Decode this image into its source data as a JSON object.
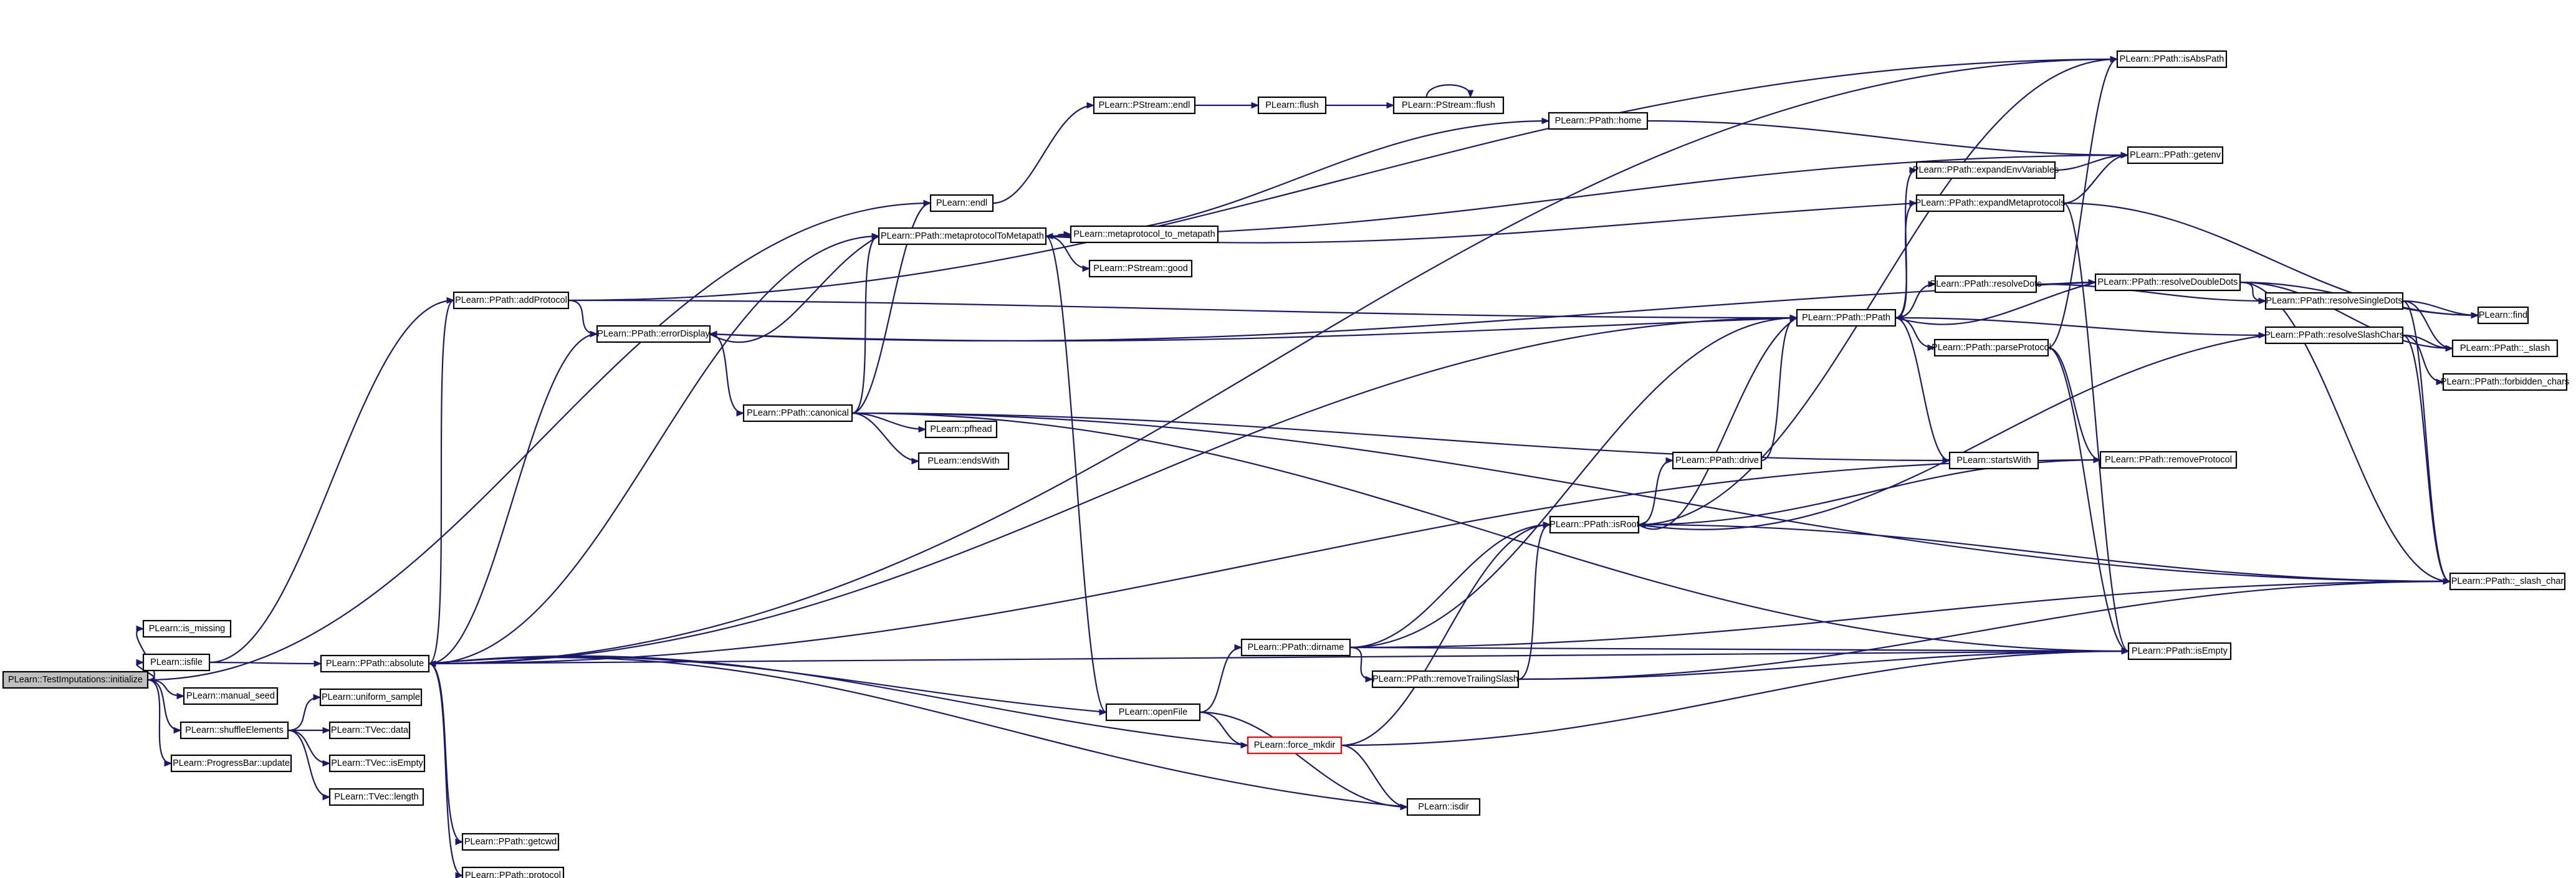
{
  "graph": {
    "colors": {
      "edge": "#191970",
      "node_border": "#000000",
      "root_fill": "#bfbfbf",
      "highlight_border": "#ff0000"
    },
    "nodes": [
      {
        "id": "root",
        "label": "PLearn::TestImputations::initialize",
        "style": "root"
      },
      {
        "id": "ismissing",
        "label": "PLearn::is_missing"
      },
      {
        "id": "isfile",
        "label": "PLearn::isfile"
      },
      {
        "id": "manualseed",
        "label": "PLearn::manual_seed"
      },
      {
        "id": "shuffle",
        "label": "PLearn::shuffleElements"
      },
      {
        "id": "progress",
        "label": "PLearn::ProgressBar::update"
      },
      {
        "id": "absolute",
        "label": "PLearn::PPath::absolute"
      },
      {
        "id": "uniform",
        "label": "PLearn::uniform_sample"
      },
      {
        "id": "tvecdata",
        "label": "PLearn::TVec::data"
      },
      {
        "id": "tvecempty",
        "label": "PLearn::TVec::isEmpty"
      },
      {
        "id": "tveclen",
        "label": "PLearn::TVec::length"
      },
      {
        "id": "addproto",
        "label": "PLearn::PPath::addProtocol"
      },
      {
        "id": "getcwd",
        "label": "PLearn::PPath::getcwd"
      },
      {
        "id": "protocol",
        "label": "PLearn::PPath::protocol"
      },
      {
        "id": "errdisp",
        "label": "PLearn::PPath::errorDisplay"
      },
      {
        "id": "canonical",
        "label": "PLearn::PPath::canonical"
      },
      {
        "id": "endl",
        "label": "PLearn::endl"
      },
      {
        "id": "meta2path",
        "label": "PLearn::PPath::metaprotocolToMetapath"
      },
      {
        "id": "pstrendl",
        "label": "PLearn::PStream::endl"
      },
      {
        "id": "flush",
        "label": "PLearn::flush"
      },
      {
        "id": "pstrflush",
        "label": "PLearn::PStream::flush"
      },
      {
        "id": "home",
        "label": "PLearn::PPath::home"
      },
      {
        "id": "mptomp",
        "label": "PLearn::metaprotocol_to_metapath"
      },
      {
        "id": "good",
        "label": "PLearn::PStream::good"
      },
      {
        "id": "pfhead",
        "label": "PLearn::pfhead"
      },
      {
        "id": "endswith",
        "label": "PLearn::endsWith"
      },
      {
        "id": "openfile",
        "label": "PLearn::openFile"
      },
      {
        "id": "dirname",
        "label": "PLearn::PPath::dirname"
      },
      {
        "id": "forcemkdir",
        "label": "PLearn::force_mkdir",
        "style": "red"
      },
      {
        "id": "isdir",
        "label": "PLearn::isdir"
      },
      {
        "id": "rmtrail",
        "label": "PLearn::PPath::removeTrailingSlash"
      },
      {
        "id": "isroot",
        "label": "PLearn::PPath::isRoot"
      },
      {
        "id": "drive",
        "label": "PLearn::PPath::drive"
      },
      {
        "id": "ppath",
        "label": "PLearn::PPath::PPath"
      },
      {
        "id": "isabs",
        "label": "PLearn::PPath::isAbsPath"
      },
      {
        "id": "getenv",
        "label": "PLearn::PPath::getenv"
      },
      {
        "id": "expenv",
        "label": "PLearn::PPath::expandEnvVariables"
      },
      {
        "id": "expmeta",
        "label": "PLearn::PPath::expandMetaprotocols"
      },
      {
        "id": "resdots",
        "label": "PLearn::PPath::resolveDots"
      },
      {
        "id": "parseproto",
        "label": "PLearn::PPath::parseProtocol"
      },
      {
        "id": "startswith",
        "label": "PLearn::startsWith"
      },
      {
        "id": "rmproto",
        "label": "PLearn::PPath::removeProtocol"
      },
      {
        "id": "resdouble",
        "label": "PLearn::PPath::resolveDoubleDots"
      },
      {
        "id": "ressingle",
        "label": "PLearn::PPath::resolveSingleDots"
      },
      {
        "id": "resslash",
        "label": "PLearn::PPath::resolveSlashChars"
      },
      {
        "id": "find",
        "label": "PLearn::find"
      },
      {
        "id": "slash",
        "label": "PLearn::PPath::_slash"
      },
      {
        "id": "forbidden",
        "label": "PLearn::PPath::forbidden_chars"
      },
      {
        "id": "slashchar",
        "label": "PLearn::PPath::_slash_char"
      },
      {
        "id": "isempty",
        "label": "PLearn::PPath::isEmpty"
      }
    ],
    "edges": [
      [
        "root",
        "ismissing"
      ],
      [
        "root",
        "isfile"
      ],
      [
        "root",
        "manualseed"
      ],
      [
        "root",
        "shuffle"
      ],
      [
        "root",
        "progress"
      ],
      [
        "root",
        "endl"
      ],
      [
        "isfile",
        "absolute"
      ],
      [
        "isfile",
        "addproto"
      ],
      [
        "shuffle",
        "uniform"
      ],
      [
        "shuffle",
        "tvecdata"
      ],
      [
        "shuffle",
        "tvecempty"
      ],
      [
        "shuffle",
        "tveclen"
      ],
      [
        "absolute",
        "addproto"
      ],
      [
        "absolute",
        "getcwd"
      ],
      [
        "absolute",
        "protocol"
      ],
      [
        "absolute",
        "errdisp"
      ],
      [
        "absolute",
        "ppath"
      ],
      [
        "absolute",
        "meta2path"
      ],
      [
        "absolute",
        "rmproto"
      ],
      [
        "absolute",
        "isempty"
      ],
      [
        "absolute",
        "isabs"
      ],
      [
        "addproto",
        "errdisp"
      ],
      [
        "addproto",
        "ppath"
      ],
      [
        "addproto",
        "isabs"
      ],
      [
        "errdisp",
        "canonical"
      ],
      [
        "canonical",
        "endl"
      ],
      [
        "canonical",
        "meta2path"
      ],
      [
        "canonical",
        "pfhead"
      ],
      [
        "canonical",
        "endswith"
      ],
      [
        "canonical",
        "startswith"
      ],
      [
        "canonical",
        "isempty"
      ],
      [
        "canonical",
        "slashchar"
      ],
      [
        "endl",
        "pstrendl"
      ],
      [
        "pstrendl",
        "flush"
      ],
      [
        "flush",
        "pstrflush"
      ],
      [
        "pstrflush",
        "pstrflush"
      ],
      [
        "meta2path",
        "errdisp"
      ],
      [
        "meta2path",
        "home"
      ],
      [
        "meta2path",
        "getenv"
      ],
      [
        "meta2path",
        "mptomp"
      ],
      [
        "meta2path",
        "good"
      ],
      [
        "meta2path",
        "openfile"
      ],
      [
        "home",
        "getenv"
      ],
      [
        "openfile",
        "absolute"
      ],
      [
        "openfile",
        "dirname"
      ],
      [
        "openfile",
        "forcemkdir"
      ],
      [
        "openfile",
        "isdir"
      ],
      [
        "dirname",
        "rmtrail"
      ],
      [
        "dirname",
        "isroot"
      ],
      [
        "dirname",
        "ppath"
      ],
      [
        "dirname",
        "isempty"
      ],
      [
        "dirname",
        "slashchar"
      ],
      [
        "rmtrail",
        "isroot"
      ],
      [
        "rmtrail",
        "isempty"
      ],
      [
        "rmtrail",
        "slashchar"
      ],
      [
        "forcemkdir",
        "absolute"
      ],
      [
        "forcemkdir",
        "isdir"
      ],
      [
        "forcemkdir",
        "isroot"
      ],
      [
        "forcemkdir",
        "isempty"
      ],
      [
        "isdir",
        "absolute"
      ],
      [
        "isroot",
        "drive"
      ],
      [
        "isroot",
        "rmproto"
      ],
      [
        "isroot",
        "isabs"
      ],
      [
        "isroot",
        "slashchar"
      ],
      [
        "drive",
        "ppath"
      ],
      [
        "ppath",
        "errdisp"
      ],
      [
        "ppath",
        "expenv"
      ],
      [
        "ppath",
        "expmeta"
      ],
      [
        "ppath",
        "resdots"
      ],
      [
        "ppath",
        "parseproto"
      ],
      [
        "ppath",
        "startswith"
      ],
      [
        "ppath",
        "resslash"
      ],
      [
        "ppath",
        "isroot"
      ],
      [
        "expenv",
        "getenv"
      ],
      [
        "expmeta",
        "getenv"
      ],
      [
        "expmeta",
        "meta2path"
      ],
      [
        "expmeta",
        "isempty"
      ],
      [
        "expmeta",
        "find"
      ],
      [
        "resdots",
        "resdouble"
      ],
      [
        "resdots",
        "ressingle"
      ],
      [
        "parseproto",
        "isabs"
      ],
      [
        "parseproto",
        "rmproto"
      ],
      [
        "parseproto",
        "isempty"
      ],
      [
        "resdouble",
        "errdisp"
      ],
      [
        "resdouble",
        "ppath"
      ],
      [
        "resdouble",
        "find"
      ],
      [
        "resdouble",
        "slash"
      ],
      [
        "resdouble",
        "slashchar"
      ],
      [
        "resdouble",
        "ressingle"
      ],
      [
        "ressingle",
        "find"
      ],
      [
        "ressingle",
        "slash"
      ],
      [
        "ressingle",
        "slashchar"
      ],
      [
        "resslash",
        "forbidden"
      ],
      [
        "resslash",
        "slash"
      ],
      [
        "resslash",
        "slashchar"
      ],
      [
        "resslash",
        "isroot"
      ]
    ]
  }
}
